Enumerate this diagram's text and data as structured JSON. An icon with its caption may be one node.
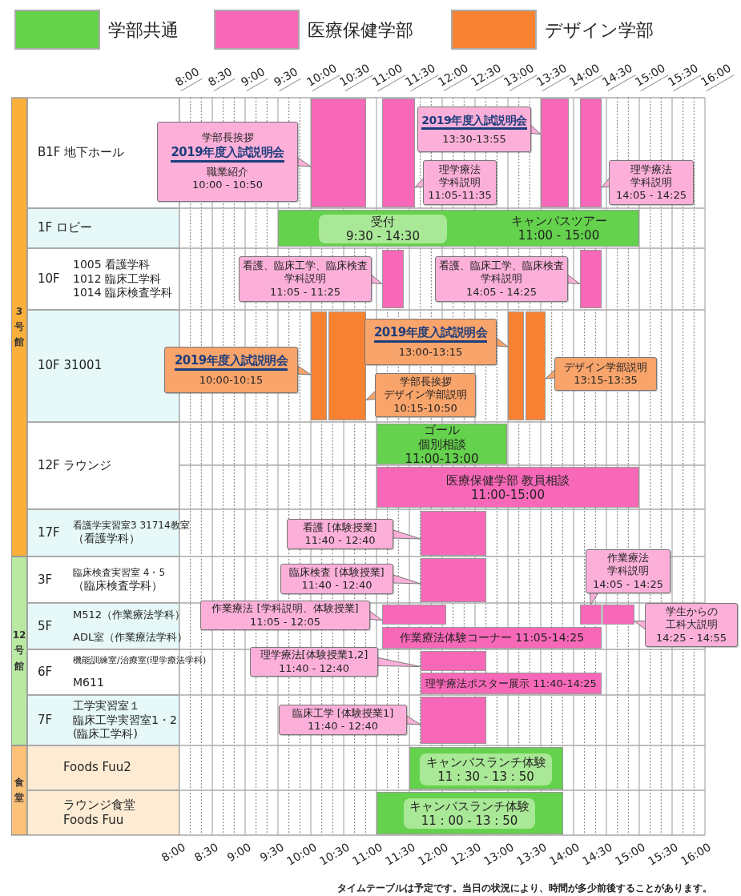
{
  "diagram": {
    "nodes": [
      {
        "text": [
          "3号館"
        ]
      },
      {
        "text": [
          "12号館"
        ]
      },
      {
        "text": [
          "食堂"
        ]
      },
      {
        "text": [
          "B1F 地下ホール"
        ]
      },
      {
        "text": [
          "1F ロビー"
        ]
      },
      {
        "text": [
          "10F",
          "1005 看護学科",
          "1012 臨床工学科",
          "1014 臨床検査学科"
        ]
      },
      {
        "text": [
          "10F 31001"
        ]
      },
      {
        "text": [
          "12F ラウンジ"
        ]
      },
      {
        "text": [
          "17F",
          "看護学実習室3 31714教室",
          "（看護学科）"
        ]
      },
      {
        "text": [
          "3F",
          "臨床検査実習室 4・5",
          "（臨床検査学科）"
        ]
      },
      {
        "text": [
          "5F",
          "M512（作業療法学科）",
          "ADL室（作業療法学科）"
        ]
      },
      {
        "text": [
          "6F",
          "機能訓練室/治療室(理学療法学科)",
          "M611"
        ]
      },
      {
        "text": [
          "7F",
          "工学実習室１",
          "臨床工学実習室1・2",
          "(臨床工学科)"
        ]
      },
      {
        "text": [
          "Foods Fuu2"
        ]
      },
      {
        "text": [
          "ラウンジ食堂",
          "Foods Fuu"
        ]
      },
      {
        "text": [],
        "shape": "bar"
      },
      {
        "text": [],
        "shape": "bar"
      },
      {
        "text": [],
        "shape": "bar"
      },
      {
        "text": [],
        "shape": "bar"
      },
      {
        "text": [
          "学部長挨拶",
          "2019年度入試説明会",
          "職業紹介",
          "10:00 - 10:50"
        ]
      },
      {
        "text": [
          "理学療法",
          "学科説明",
          "11:05-11:35"
        ]
      },
      {
        "text": [
          "2019年度入試説明会",
          "13:30-13:55"
        ]
      },
      {
        "text": [
          "理学療法",
          "学科説明",
          "14:05 - 14:25"
        ]
      },
      {
        "text": [
          "キャンパスツアー",
          "11:00 - 15:00"
        ]
      },
      {
        "text": [
          "受付",
          "9:30 - 14:30"
        ],
        "in": 23
      },
      {
        "text": [],
        "shape": "bar"
      },
      {
        "text": [],
        "shape": "bar"
      },
      {
        "text": [
          "看護、臨床工学、臨床検査",
          "学科説明",
          "11:05 - 11:25"
        ]
      },
      {
        "text": [
          "看護、臨床工学、臨床検査",
          "学科説明",
          "14:05 - 14:25"
        ]
      },
      {
        "text": [],
        "shape": "bar"
      },
      {
        "text": [],
        "shape": "bar"
      },
      {
        "text": [],
        "shape": "bar"
      },
      {
        "text": [],
        "shape": "bar"
      },
      {
        "text": [
          "2019年度入試説明会",
          "10:00-10:15"
        ]
      },
      {
        "text": [
          "学部長挨拶",
          "デザイン学部説明",
          "10:15-10:50"
        ]
      },
      {
        "text": [
          "2019年度入試説明会",
          "13:00-13:15"
        ]
      },
      {
        "text": [
          "デザイン学部説明",
          "13:15-13:35"
        ]
      },
      {
        "text": [
          "ゴール",
          "個別相談",
          "11:00-13:00"
        ]
      },
      {
        "text": [
          "医療保健学部 教員相談",
          "11:00-15:00"
        ]
      },
      {
        "text": [],
        "shape": "bar"
      },
      {
        "text": [
          "看護 [体験授業]",
          "11:40 - 12:40"
        ]
      },
      {
        "text": [],
        "shape": "bar"
      },
      {
        "text": [
          "臨床検査 [体験授業]",
          "11:40 - 12:40"
        ]
      },
      {
        "text": [],
        "shape": "bar"
      },
      {
        "text": [],
        "shape": "bar"
      },
      {
        "text": [],
        "shape": "bar"
      },
      {
        "text": [
          "作業療法体験コーナー 11:05-14:25"
        ]
      },
      {
        "text": [
          "作業療法 [学科説明、体験授業]",
          "11:05 - 12:05"
        ]
      },
      {
        "text": [
          "作業療法",
          "学科説明",
          "14:05 - 14:25"
        ]
      },
      {
        "text": [
          "学生からの",
          "工科大説明",
          "14:25 - 14:55"
        ]
      },
      {
        "text": [],
        "shape": "bar"
      },
      {
        "text": [
          "理学療法ポスター展示 11:40-14:25"
        ]
      },
      {
        "text": [
          "理学療法[体験授業1,2]",
          "11:40 - 12:40"
        ]
      },
      {
        "text": [],
        "shape": "bar"
      },
      {
        "text": [
          "臨床工学 [体験授業1]",
          "11:40 - 12:40"
        ]
      },
      {
        "text": [],
        "shape": "bar"
      },
      {
        "text": [
          "キャンパスランチ体験",
          "11 : 30 - 13 : 50"
        ],
        "in": 55
      },
      {
        "text": [],
        "shape": "bar"
      },
      {
        "text": [
          "キャンパスランチ体験",
          "11 : 00 - 13 : 50"
        ],
        "in": 57
      }
    ],
    "edges": [
      {
        "from": 19,
        "to": 15,
        "arrow": "to"
      },
      {
        "from": 20,
        "to": 16,
        "arrow": "to"
      },
      {
        "from": 21,
        "to": 17,
        "arrow": "to"
      },
      {
        "from": 22,
        "to": 18,
        "arrow": "to"
      },
      {
        "from": 27,
        "to": 25,
        "arrow": "to"
      },
      {
        "from": 28,
        "to": 26,
        "arrow": "to"
      },
      {
        "from": 33,
        "to": 29,
        "arrow": "to"
      },
      {
        "from": 34,
        "to": 30,
        "arrow": "to"
      },
      {
        "from": 35,
        "to": 31,
        "arrow": "to"
      },
      {
        "from": 36,
        "to": 32,
        "arrow": "to"
      },
      {
        "from": 40,
        "to": 39,
        "arrow": "to"
      },
      {
        "from": 42,
        "to": 41,
        "arrow": "to"
      },
      {
        "from": 47,
        "to": 43,
        "arrow": "to"
      },
      {
        "from": 48,
        "to": 44,
        "arrow": "to"
      },
      {
        "from": 49,
        "to": 45,
        "arrow": "to"
      },
      {
        "from": 52,
        "to": 50,
        "arrow": "to"
      },
      {
        "from": 54,
        "to": 53,
        "arrow": "to"
      }
    ],
    "labels": [
      "8:00",
      "8:30",
      "9:00",
      "9:30",
      "10:00",
      "10:30",
      "11:00",
      "11:30",
      "12:00",
      "12:30",
      "13:00",
      "13:30",
      "14:00",
      "14:30",
      "15:00",
      "15:30",
      "16:00",
      "8:00",
      "8:30",
      "9:00",
      "9:30",
      "10:00",
      "10:30",
      "11:00",
      "11:30",
      "12:00",
      "12:30",
      "13:00",
      "13:30",
      "14:00",
      "14:30",
      "15:00",
      "15:30",
      "16:00",
      "タイムテーブルは予定です。当日の状況により、時間が多少前後することがあります。"
    ],
    "legend": [
      {
        "text": "学部共通",
        "color": "#66d24c"
      },
      {
        "text": "医療保健学部",
        "color": "#f868b8"
      },
      {
        "text": "デザイン学部",
        "color": "#f78232"
      }
    ]
  }
}
